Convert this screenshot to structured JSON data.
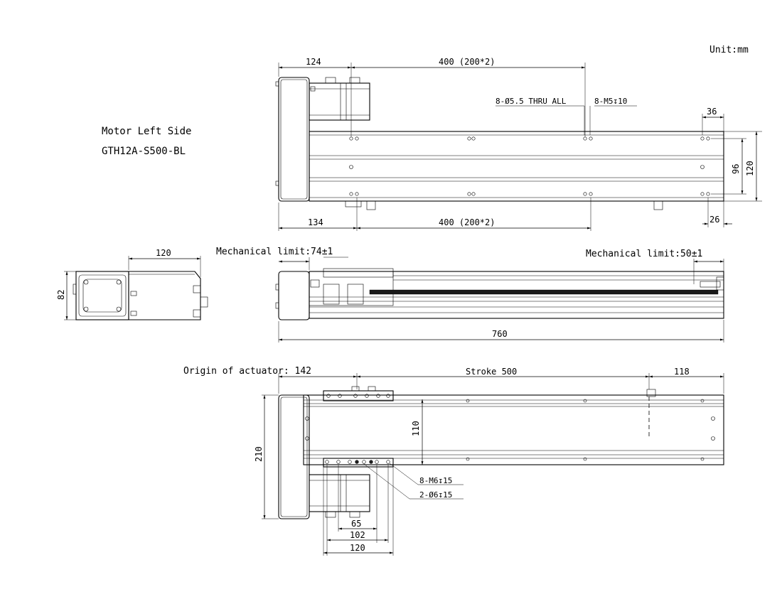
{
  "unit_label": "Unit:mm",
  "title": {
    "line1": "Motor Left Side",
    "line2": "GTH12A-S500-BL"
  },
  "top_view": {
    "dim_motor_len": "124",
    "dim_hole_span_top": "400 (200*2)",
    "callout_thru": "8-Ø5.5 THRU ALL",
    "callout_tap": "8-M5↧10",
    "dim_end_offset_top": "36",
    "dim_hole_vertical": "96",
    "dim_body_height": "120",
    "dim_left_offset": "134",
    "dim_hole_span_bottom": "400 (200*2)",
    "dim_end_offset_bottom": "26"
  },
  "end_view": {
    "dim_width": "120",
    "dim_height": "82"
  },
  "side_view": {
    "mech_limit_left": "Mechanical limit:74±1",
    "mech_limit_right": "Mechanical limit:50±1",
    "dim_total_length": "760"
  },
  "front_view": {
    "origin_label": "Origin of actuator: 142",
    "stroke_label": "Stroke 500",
    "dim_right_offset": "118",
    "dim_center_height": "110",
    "dim_total_height": "210",
    "callout_m6": "8-M6↧15",
    "callout_pin": "2-Ø6↧15",
    "dim_carriage_65": "65",
    "dim_carriage_102": "102",
    "dim_carriage_120": "120"
  }
}
